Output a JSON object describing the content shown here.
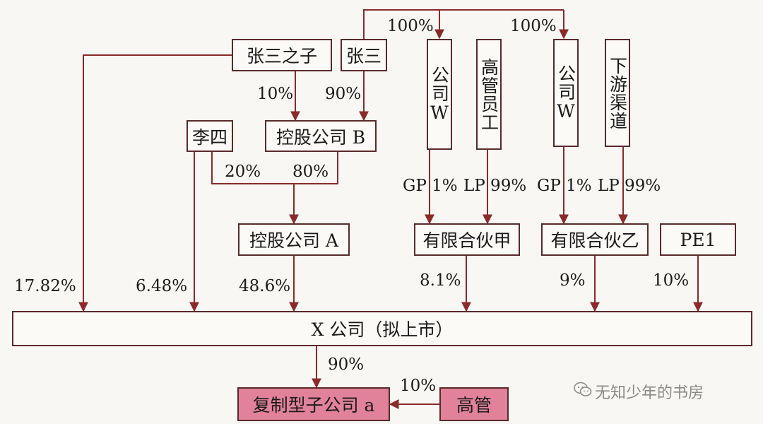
{
  "nodes": {
    "zhangsan_son": "张三之子",
    "zhangsan": "张三",
    "lisi": "李四",
    "holding_b": "控股公司 B",
    "holding_a": "控股公司 A",
    "company_w1": "公司W",
    "senior_staff": "高管员工",
    "company_w2": "公司W",
    "downstream": "下游渠道",
    "partnership_jia": "有限合伙甲",
    "partnership_yi": "有限合伙乙",
    "pe1": "PE1",
    "company_x": "X 公司（拟上市）",
    "replica_sub": "复制型子公司 a",
    "executives": "高管"
  },
  "labels": {
    "pct_100_left": "100%",
    "pct_100_right": "100%",
    "son_to_b": "10%",
    "zs_to_b": "90%",
    "lisi_to_a": "20%",
    "b_to_a": "80%",
    "gp1_jia": "GP 1%",
    "lp99_jia": "LP 99%",
    "gp1_yi": "GP 1%",
    "lp99_yi": "LP 99%",
    "son_to_x": "17.82%",
    "lisi_to_x": "6.48%",
    "a_to_x": "48.6%",
    "jia_to_x": "8.1%",
    "yi_to_x": "9%",
    "pe1_to_x": "10%",
    "x_to_sub": "90%",
    "exec_to_sub": "10%"
  },
  "watermark": {
    "icon": "wechat-icon",
    "text": "无知少年的书房"
  },
  "colors": {
    "line": "#8b2a2a",
    "box_border": "#5a2a2a",
    "highlight": "#e1829a"
  }
}
